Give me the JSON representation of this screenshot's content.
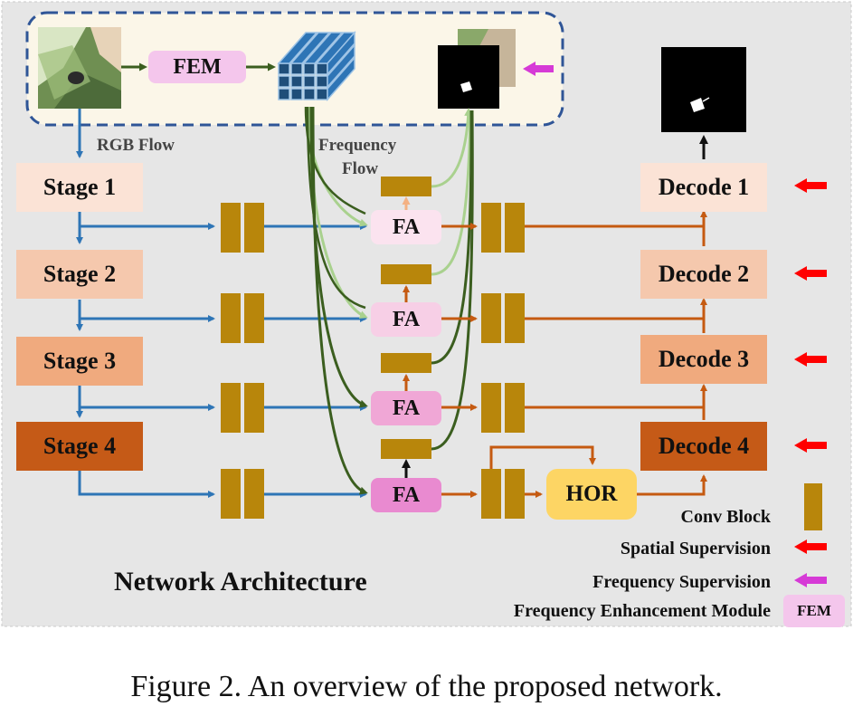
{
  "title": "Network Architecture",
  "caption": "Figure 2. An overview of the proposed network.",
  "labels": {
    "rgb_flow": "RGB Flow",
    "frequency_flow_line1": "Frequency",
    "frequency_flow_line2": "Flow"
  },
  "modules": {
    "fem": "FEM",
    "hor": "HOR",
    "fa": "FA"
  },
  "stages": [
    "Stage 1",
    "Stage 2",
    "Stage 3",
    "Stage 4"
  ],
  "decoders": [
    "Decode 1",
    "Decode 2",
    "Decode 3",
    "Decode 4"
  ],
  "legend": {
    "conv_block": "Conv Block",
    "spatial_supervision": "Spatial Supervision",
    "frequency_supervision": "Frequency Supervision",
    "fem_full": "Frequency Enhancement Module",
    "fem_abbrev": "FEM"
  },
  "colors": {
    "background_panel": "#e6e6e6",
    "top_panel": "#fbf6e8",
    "rgb_arrow": "#2e75b6",
    "decoder_arrow": "#c55a11",
    "conv_block": "#b8860b",
    "spatial_supervision": "#ff0000",
    "frequency_supervision": "#d63ad6",
    "freq_flow_dark": "#3b5e1f",
    "freq_flow_light": "#a9d18e"
  }
}
